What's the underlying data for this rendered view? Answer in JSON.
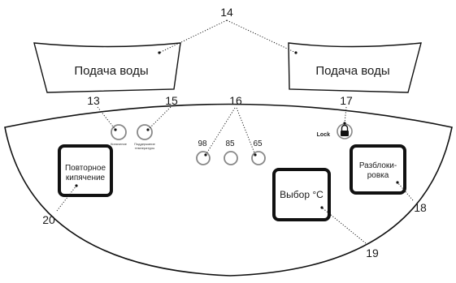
{
  "callouts": {
    "water_supply": "14",
    "boil_indicator": "13",
    "keep_warm_indicator": "15",
    "temperature_indicators": "16",
    "lock_indicator": "17",
    "unlock_button": "18",
    "select_temp_button": "19",
    "reboil_button": "20"
  },
  "water_supply_left": {
    "label": "Подача воды"
  },
  "water_supply_right": {
    "label": "Подача воды"
  },
  "indicators": {
    "boil_label": "Кипячение",
    "keep_warm_label_line1": "Поддержание",
    "keep_warm_label_line2": "температуры"
  },
  "temperatures": [
    "98",
    "85",
    "65"
  ],
  "lock": {
    "label": "Lock"
  },
  "buttons": {
    "reboil_line1": "Повторное",
    "reboil_line2": "кипячение",
    "select_temp": "Выбор °С",
    "unlock_line1": "Разблоки-",
    "unlock_line2": "ровка"
  }
}
